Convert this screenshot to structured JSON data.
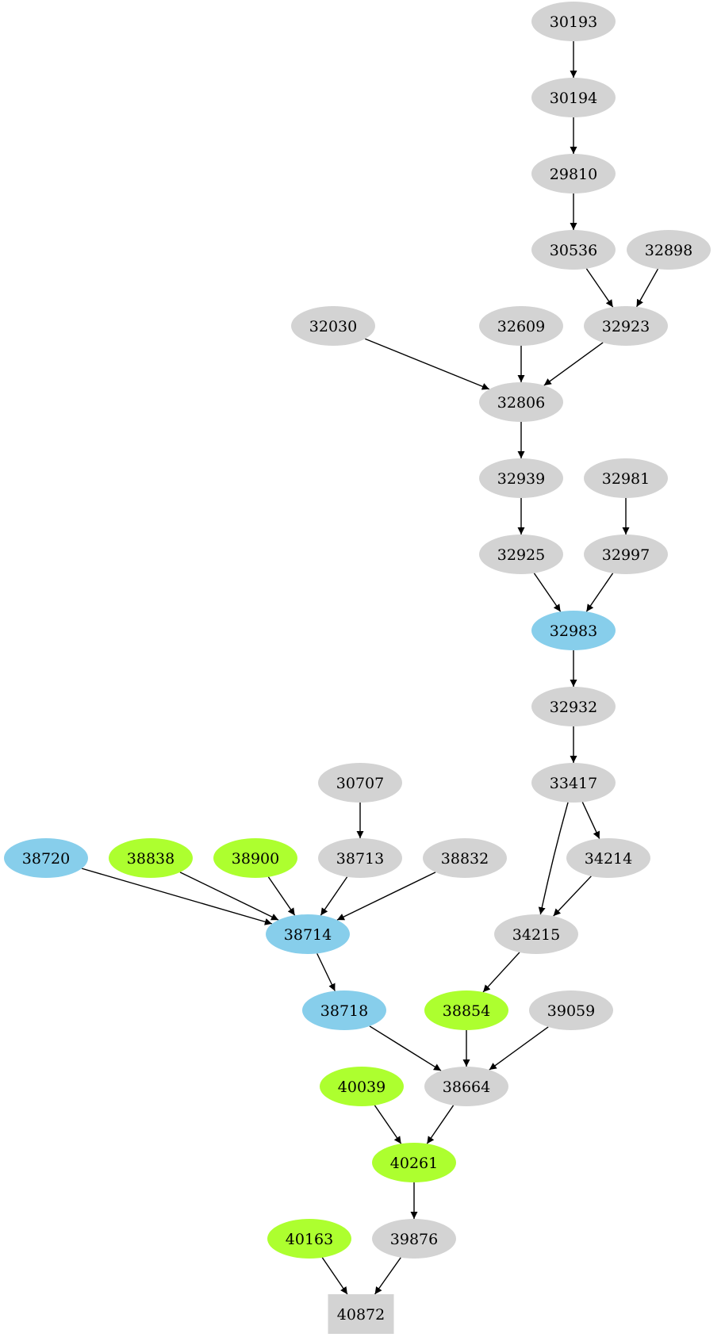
{
  "colors": {
    "gray": "#d3d3d3",
    "blue": "#87ceeb",
    "green": "#adff2f",
    "edge": "#000000"
  },
  "nodes": [
    {
      "id": "30193",
      "label": "30193",
      "color": "gray",
      "shape": "ellipse"
    },
    {
      "id": "30194",
      "label": "30194",
      "color": "gray",
      "shape": "ellipse"
    },
    {
      "id": "29810",
      "label": "29810",
      "color": "gray",
      "shape": "ellipse"
    },
    {
      "id": "30536",
      "label": "30536",
      "color": "gray",
      "shape": "ellipse"
    },
    {
      "id": "32898",
      "label": "32898",
      "color": "gray",
      "shape": "ellipse"
    },
    {
      "id": "32030",
      "label": "32030",
      "color": "gray",
      "shape": "ellipse"
    },
    {
      "id": "32609",
      "label": "32609",
      "color": "gray",
      "shape": "ellipse"
    },
    {
      "id": "32923",
      "label": "32923",
      "color": "gray",
      "shape": "ellipse"
    },
    {
      "id": "32806",
      "label": "32806",
      "color": "gray",
      "shape": "ellipse"
    },
    {
      "id": "32939",
      "label": "32939",
      "color": "gray",
      "shape": "ellipse"
    },
    {
      "id": "32981",
      "label": "32981",
      "color": "gray",
      "shape": "ellipse"
    },
    {
      "id": "32925",
      "label": "32925",
      "color": "gray",
      "shape": "ellipse"
    },
    {
      "id": "32997",
      "label": "32997",
      "color": "gray",
      "shape": "ellipse"
    },
    {
      "id": "32983",
      "label": "32983",
      "color": "blue",
      "shape": "ellipse"
    },
    {
      "id": "32932",
      "label": "32932",
      "color": "gray",
      "shape": "ellipse"
    },
    {
      "id": "30707",
      "label": "30707",
      "color": "gray",
      "shape": "ellipse"
    },
    {
      "id": "33417",
      "label": "33417",
      "color": "gray",
      "shape": "ellipse"
    },
    {
      "id": "38720",
      "label": "38720",
      "color": "blue",
      "shape": "ellipse"
    },
    {
      "id": "38838",
      "label": "38838",
      "color": "green",
      "shape": "ellipse"
    },
    {
      "id": "38900",
      "label": "38900",
      "color": "green",
      "shape": "ellipse"
    },
    {
      "id": "38713",
      "label": "38713",
      "color": "gray",
      "shape": "ellipse"
    },
    {
      "id": "38832",
      "label": "38832",
      "color": "gray",
      "shape": "ellipse"
    },
    {
      "id": "34214",
      "label": "34214",
      "color": "gray",
      "shape": "ellipse"
    },
    {
      "id": "38714",
      "label": "38714",
      "color": "blue",
      "shape": "ellipse"
    },
    {
      "id": "34215",
      "label": "34215",
      "color": "gray",
      "shape": "ellipse"
    },
    {
      "id": "38718",
      "label": "38718",
      "color": "blue",
      "shape": "ellipse"
    },
    {
      "id": "38854",
      "label": "38854",
      "color": "green",
      "shape": "ellipse"
    },
    {
      "id": "39059",
      "label": "39059",
      "color": "gray",
      "shape": "ellipse"
    },
    {
      "id": "40039",
      "label": "40039",
      "color": "green",
      "shape": "ellipse"
    },
    {
      "id": "38664",
      "label": "38664",
      "color": "gray",
      "shape": "ellipse"
    },
    {
      "id": "40261",
      "label": "40261",
      "color": "green",
      "shape": "ellipse"
    },
    {
      "id": "40163",
      "label": "40163",
      "color": "green",
      "shape": "ellipse"
    },
    {
      "id": "39876",
      "label": "39876",
      "color": "gray",
      "shape": "ellipse"
    },
    {
      "id": "40872",
      "label": "40872",
      "color": "gray",
      "shape": "box"
    }
  ],
  "edges": [
    {
      "from": "30193",
      "to": "30194"
    },
    {
      "from": "30194",
      "to": "29810"
    },
    {
      "from": "29810",
      "to": "30536"
    },
    {
      "from": "30536",
      "to": "32923"
    },
    {
      "from": "32898",
      "to": "32923"
    },
    {
      "from": "32030",
      "to": "32806"
    },
    {
      "from": "32609",
      "to": "32806"
    },
    {
      "from": "32923",
      "to": "32806"
    },
    {
      "from": "32806",
      "to": "32939"
    },
    {
      "from": "32939",
      "to": "32925"
    },
    {
      "from": "32981",
      "to": "32997"
    },
    {
      "from": "32925",
      "to": "32983"
    },
    {
      "from": "32997",
      "to": "32983"
    },
    {
      "from": "32983",
      "to": "32932"
    },
    {
      "from": "32932",
      "to": "33417"
    },
    {
      "from": "33417",
      "to": "34214"
    },
    {
      "from": "33417",
      "to": "34215"
    },
    {
      "from": "34214",
      "to": "34215"
    },
    {
      "from": "30707",
      "to": "38713"
    },
    {
      "from": "38720",
      "to": "38714"
    },
    {
      "from": "38838",
      "to": "38714"
    },
    {
      "from": "38900",
      "to": "38714"
    },
    {
      "from": "38713",
      "to": "38714"
    },
    {
      "from": "38832",
      "to": "38714"
    },
    {
      "from": "38714",
      "to": "38718"
    },
    {
      "from": "34215",
      "to": "38854"
    },
    {
      "from": "38718",
      "to": "38664"
    },
    {
      "from": "38854",
      "to": "38664"
    },
    {
      "from": "39059",
      "to": "38664"
    },
    {
      "from": "40039",
      "to": "40261"
    },
    {
      "from": "38664",
      "to": "40261"
    },
    {
      "from": "40261",
      "to": "39876"
    },
    {
      "from": "40163",
      "to": "40872"
    },
    {
      "from": "39876",
      "to": "40872"
    }
  ]
}
